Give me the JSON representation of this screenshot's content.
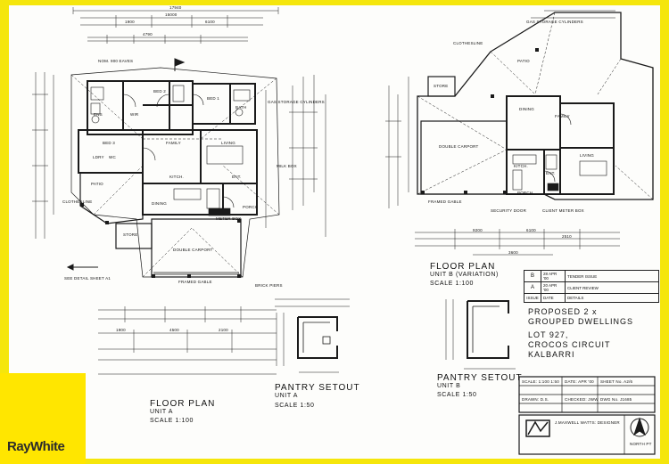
{
  "brand": {
    "name": "RayWhite",
    "background_color": "#ffe600",
    "border_color": "#f5e60c"
  },
  "unit_a": {
    "title": "FLOOR PLAN",
    "unit": "UNIT A",
    "scale": "SCALE 1:100",
    "rooms": [
      "BED 2",
      "BED 1",
      "BED 3",
      "FAMILY",
      "LIVING",
      "KITCH.",
      "DINING",
      "ENT.",
      "PORCH",
      "PATIO",
      "STORE",
      "DOUBLE CARPORT",
      "WIR",
      "ENS",
      "BATH",
      "LDRY",
      "WC"
    ],
    "notes": [
      "NOM. 900 EAVES",
      "GAS STORAGE CYLINDERS",
      "MILK BOX",
      "METER BOX",
      "SEE DETAIL SHEET A1",
      "FRAMED GABLE",
      "BRICK PIERS",
      "CLOTHESLINE"
    ],
    "dimensions": [
      "17940",
      "15000",
      "1900",
      "6100",
      "4790",
      "1900",
      "4500",
      "2100"
    ]
  },
  "pantry_a": {
    "title": "PANTRY SETOUT",
    "unit": "UNIT A",
    "scale": "SCALE 1:50"
  },
  "unit_b": {
    "title": "FLOOR PLAN",
    "unit": "UNIT B (VARIATION)",
    "scale": "SCALE 1:100",
    "rooms": [
      "STORE",
      "PATIO",
      "DINING",
      "FAMILY",
      "LIVING",
      "KITCH.",
      "ENT.",
      "PORCH",
      "DOUBLE CARPORT"
    ],
    "notes": [
      "GAS STORAGE CYLINDERS",
      "CLOTHESLINE",
      "SECURITY DOOR",
      "CLIENT METER BOX",
      "FRAMED GABLE"
    ],
    "dimensions": [
      "9200",
      "6100",
      "2510",
      "3600"
    ]
  },
  "pantry_b": {
    "title": "PANTRY SETOUT",
    "unit": "UNIT B",
    "scale": "SCALE 1:50"
  },
  "project": {
    "line1": "PROPOSED 2 x",
    "line2": "GROUPED DWELLINGS",
    "lot": "LOT 927,",
    "street": "CROCOS CIRCUIT",
    "town": "KALBARRI"
  },
  "revisions": [
    {
      "rev": "B",
      "date": "28 APR '00",
      "desc": "TENDER ISSUE"
    },
    {
      "rev": "A",
      "date": "20 APR '00",
      "desc": "CLIENT REVIEW"
    },
    {
      "rev": "ISSUE",
      "date": "DATE",
      "desc": "DETAILS"
    }
  ],
  "titleblock": {
    "scale": "SCALE: 1:100 1:50",
    "date": "DATE: APR '00",
    "sheet": "SHEET No. A2/6",
    "drawn": "DRAWN: D.S.",
    "checked": "CHECKED: JWW",
    "dwg": "DWG No. J1685",
    "designer": "J.MAXWELL WATTS: DESIGNER",
    "north": "NORTH PT"
  }
}
